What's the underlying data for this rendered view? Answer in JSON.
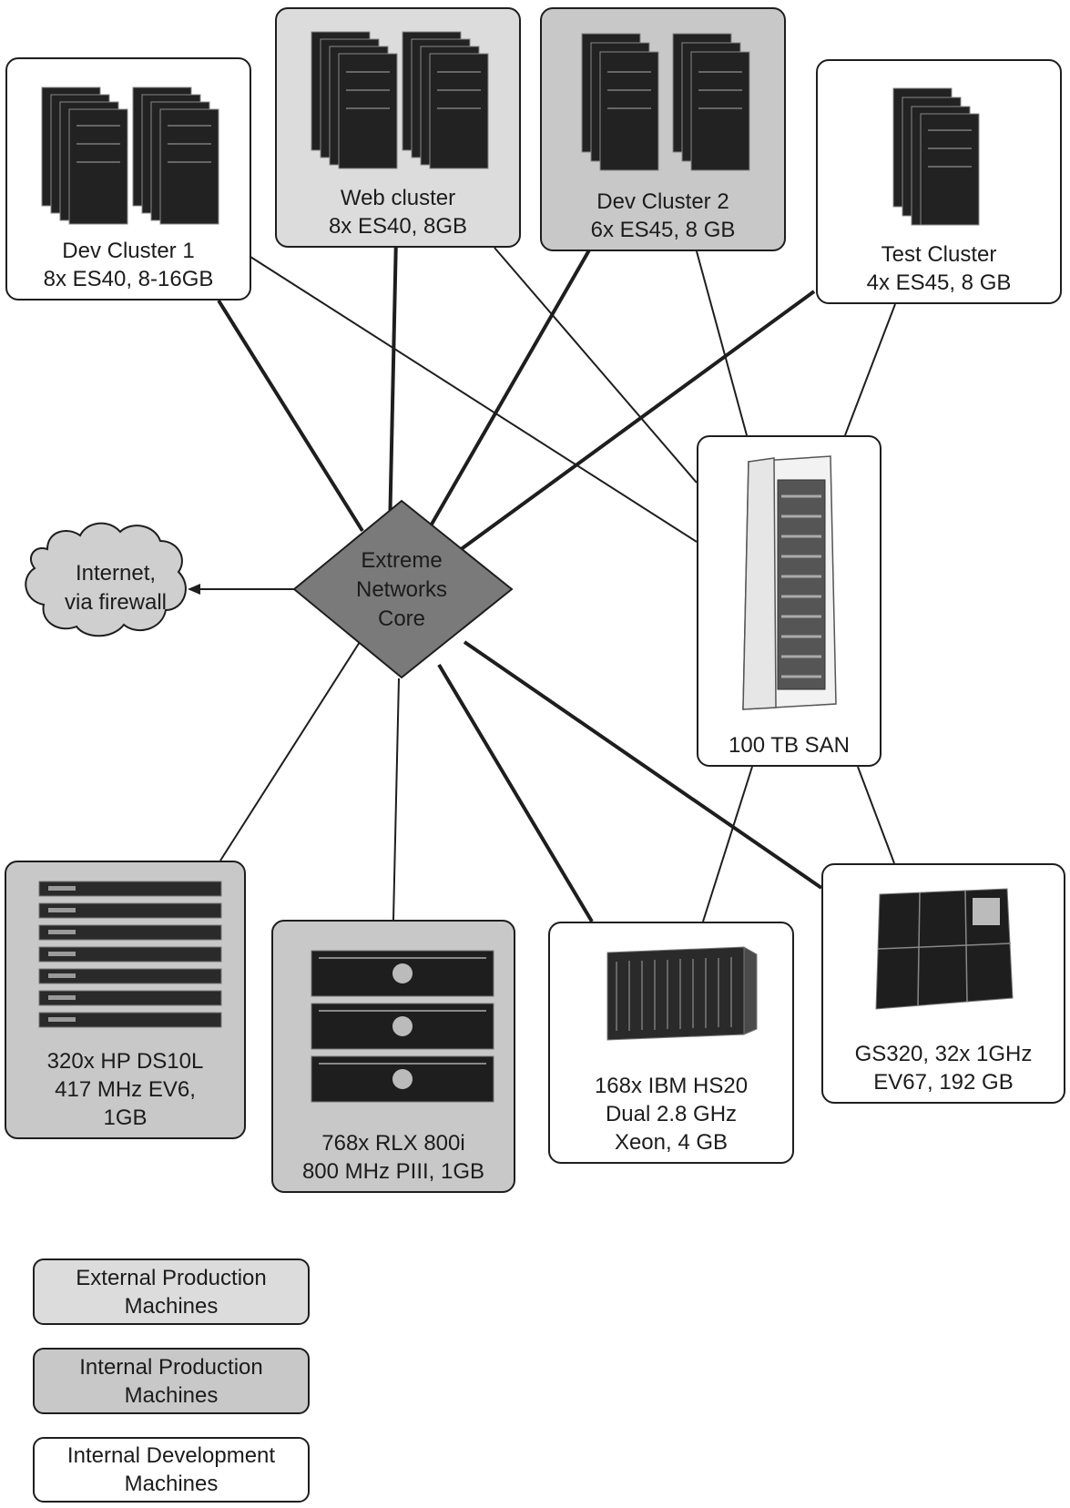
{
  "nodes": {
    "dev_cluster_1": {
      "line1": "Dev Cluster 1",
      "line2": "8x ES40, 8-16GB",
      "category": "internal-development",
      "icon": "server-tower-icon"
    },
    "web_cluster": {
      "line1": "Web cluster",
      "line2": "8x ES40, 8GB",
      "category": "external-production",
      "icon": "server-tower-icon"
    },
    "dev_cluster_2": {
      "line1": "Dev Cluster 2",
      "line2": "6x ES45, 8 GB",
      "category": "internal-production",
      "icon": "server-tower-icon"
    },
    "test_cluster": {
      "line1": "Test Cluster",
      "line2": "4x ES45, 8 GB",
      "category": "internal-development",
      "icon": "server-tower-icon"
    },
    "san": {
      "line1": "100 TB SAN",
      "category": "internal-development",
      "icon": "storage-rack-icon"
    },
    "hp_ds10l": {
      "line1": "320x HP DS10L",
      "line2": "417 MHz EV6,",
      "line3": "1GB",
      "category": "internal-production",
      "icon": "rack-server-stack-icon"
    },
    "rlx": {
      "line1": "768x RLX 800i",
      "line2": "800 MHz PIII, 1GB",
      "category": "internal-production",
      "icon": "blade-chassis-icon"
    },
    "ibm": {
      "line1": "168x IBM HS20",
      "line2": "Dual 2.8 GHz",
      "line3": "Xeon, 4 GB",
      "category": "internal-development",
      "icon": "blade-center-icon"
    },
    "gs320": {
      "line1": "GS320, 32x 1GHz",
      "line2": "EV67, 192 GB",
      "category": "internal-development",
      "icon": "mainframe-cabinet-icon"
    }
  },
  "core": {
    "line1": "Extreme",
    "line2": "Networks",
    "line3": "Core",
    "icon": "network-switch-diamond"
  },
  "internet": {
    "line1": "Internet,",
    "line2": "via firewall",
    "icon": "cloud-icon"
  },
  "legend": [
    {
      "line1": "External Production",
      "line2": "Machines",
      "category": "external-production"
    },
    {
      "line1": "Internal Production",
      "line2": "Machines",
      "category": "internal-production"
    },
    {
      "line1": "Internal Development",
      "line2": "Machines",
      "category": "internal-development"
    }
  ],
  "colors": {
    "external-production": "#dcdcdc",
    "internal-production": "#c8c8c8",
    "internal-development": "#ffffff",
    "core-fill": "#7a7a7a",
    "cloud-fill": "#cfcfcf",
    "line": "#1e1e1e"
  }
}
